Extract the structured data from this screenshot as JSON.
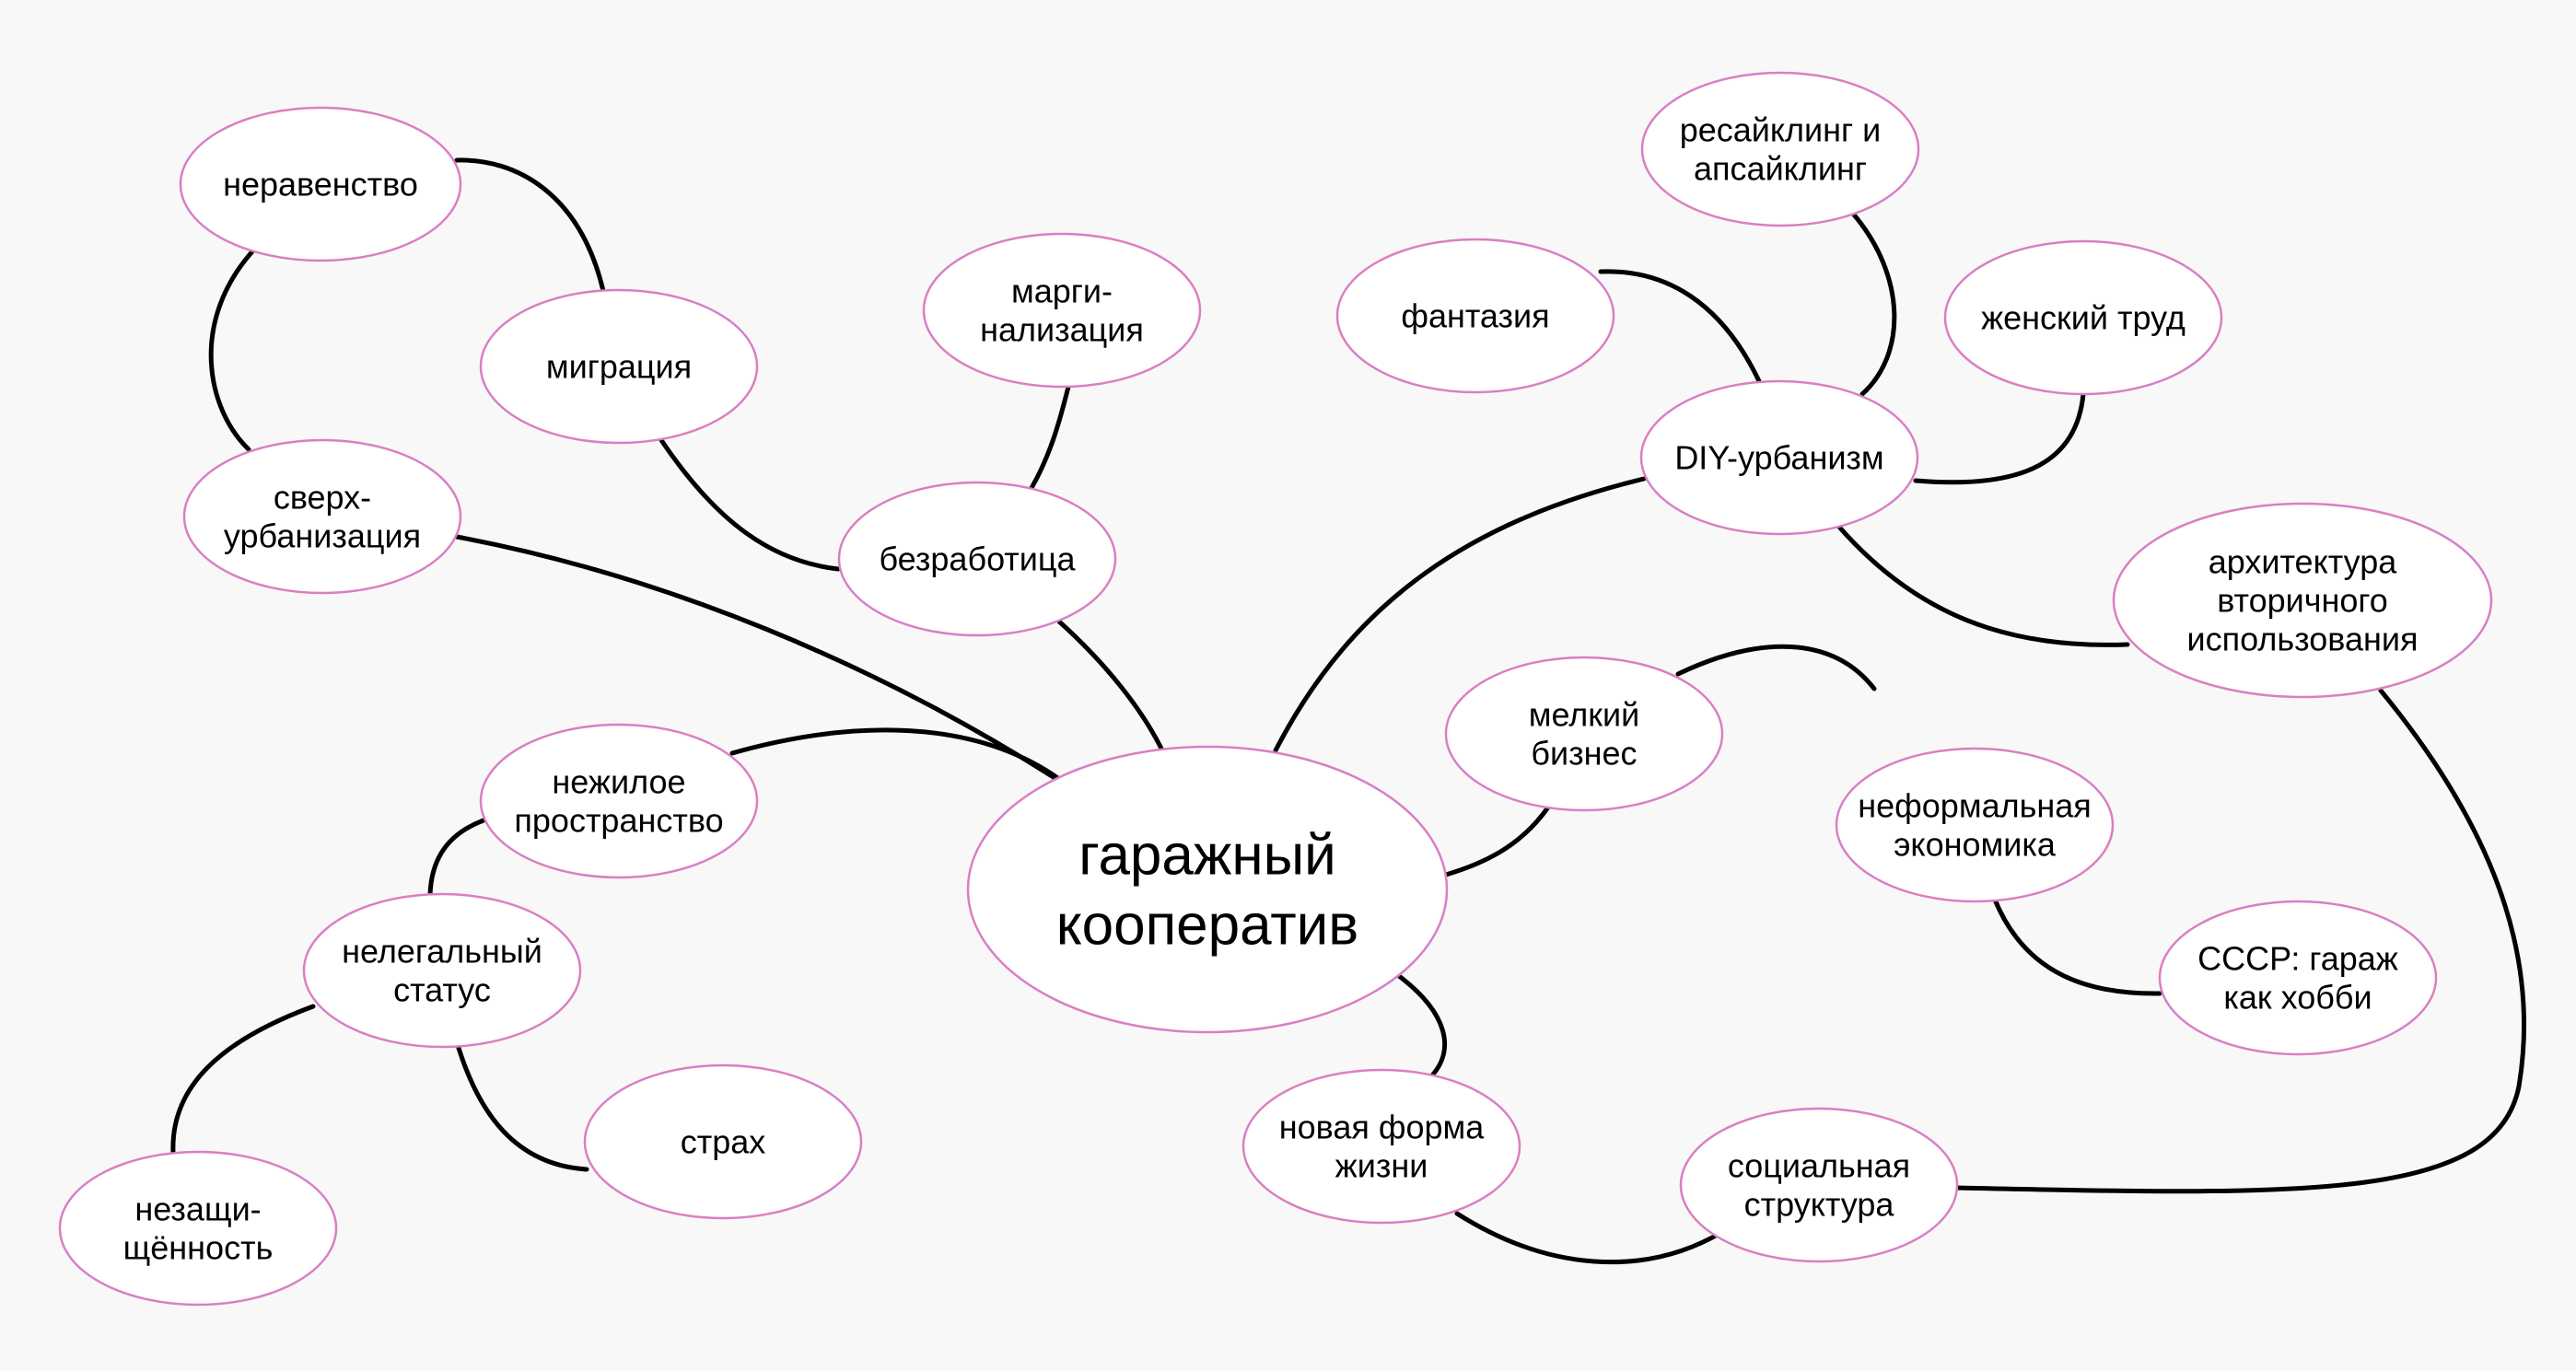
{
  "colors": {
    "background": "#f8f8f8",
    "node_fill": "#ffffff",
    "node_border": "#d97fc3",
    "edge": "#000000",
    "text": "#000000"
  },
  "nodes": [
    {
      "id": "center",
      "lines": [
        "гаражный",
        "кооператив"
      ]
    },
    {
      "id": "inequality",
      "lines": [
        "неравенство"
      ]
    },
    {
      "id": "migration",
      "lines": [
        "миграция"
      ]
    },
    {
      "id": "overurban",
      "lines": [
        "сверх-",
        "урбанизация"
      ]
    },
    {
      "id": "marginal",
      "lines": [
        "марги-",
        "нализация"
      ]
    },
    {
      "id": "unemployment",
      "lines": [
        "безработица"
      ]
    },
    {
      "id": "nonresidential",
      "lines": [
        "нежилое",
        "пространство"
      ]
    },
    {
      "id": "illegal",
      "lines": [
        "нелегальный",
        "статус"
      ]
    },
    {
      "id": "fear",
      "lines": [
        "страх"
      ]
    },
    {
      "id": "insecurity",
      "lines": [
        "незащи-",
        "щённость"
      ]
    },
    {
      "id": "recycling",
      "lines": [
        "ресайклинг и",
        "апсайклинг"
      ]
    },
    {
      "id": "fantasy",
      "lines": [
        "фантазия"
      ]
    },
    {
      "id": "womenlabor",
      "lines": [
        "женский труд"
      ]
    },
    {
      "id": "diy",
      "lines": [
        "DIY-урбанизм"
      ]
    },
    {
      "id": "secondary",
      "lines": [
        "архитектура",
        "вторичного",
        "использования"
      ]
    },
    {
      "id": "smallbiz",
      "lines": [
        "мелкий",
        "бизнес"
      ]
    },
    {
      "id": "informal",
      "lines": [
        "неформальная",
        "экономика"
      ]
    },
    {
      "id": "ussr",
      "lines": [
        "СССР: гараж",
        "как хобби"
      ]
    },
    {
      "id": "newlife",
      "lines": [
        "новая форма",
        "жизни"
      ]
    },
    {
      "id": "social",
      "lines": [
        "социальная",
        "структура"
      ]
    }
  ]
}
